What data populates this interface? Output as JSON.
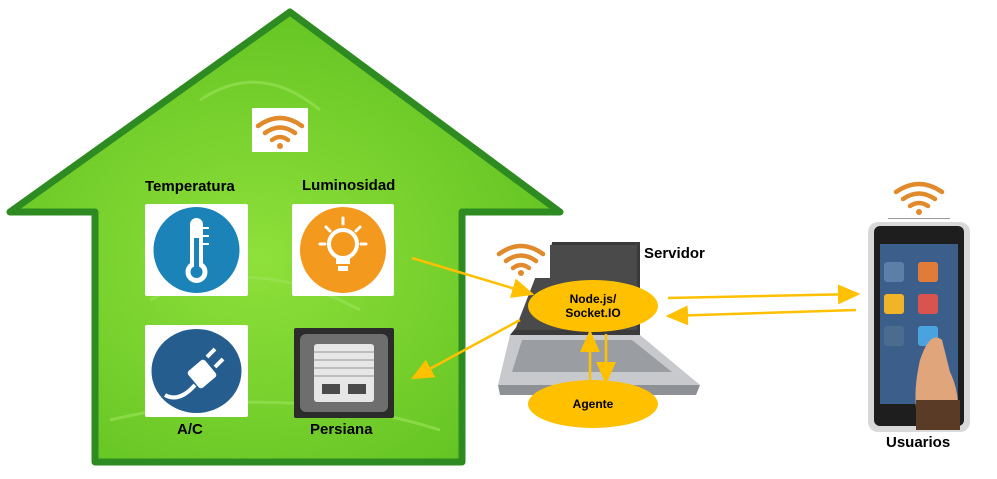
{
  "house": {
    "sensors": [
      {
        "label": "Temperatura",
        "icon": "thermometer-icon"
      },
      {
        "label": "Luminosidad",
        "icon": "lightbulb-icon"
      }
    ],
    "actuators": [
      {
        "label": "A/C",
        "icon": "power-plug-icon"
      },
      {
        "label": "Persiana",
        "icon": "window-blind-icon"
      }
    ]
  },
  "server": {
    "label": "Servidor",
    "node_label": "Node.js/\nSocket.IO",
    "agent_label": "Agente"
  },
  "users": {
    "label": "Usuarios",
    "icon": "smartphone-icon"
  },
  "colors": {
    "house_green": "#7ED321",
    "house_border": "#2E8B22",
    "ellipse": "#FFC000",
    "arrow": "#FFC000",
    "wifi": "#E08A2B"
  }
}
